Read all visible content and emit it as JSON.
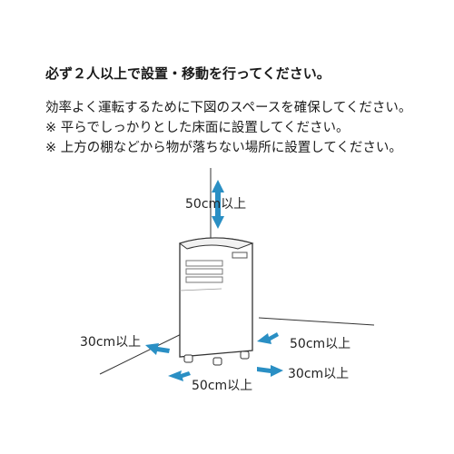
{
  "heading": "必ず２人以上で設置・移動を行ってください。",
  "notes": [
    "効率よく運転するために下図のスペースを確保してください。",
    "※ 平らでしっかりとした床面に設置してください。",
    "※ 上方の棚などから物が落ちない場所に設置してください。"
  ],
  "clearances": {
    "top": "50cm以上",
    "left": "30cm以上",
    "back": "50cm以上",
    "front": "50cm以上",
    "right": "30cm以上"
  },
  "colors": {
    "arrow": "#2a8fc4",
    "outline": "#333333",
    "vent": "#888888"
  }
}
